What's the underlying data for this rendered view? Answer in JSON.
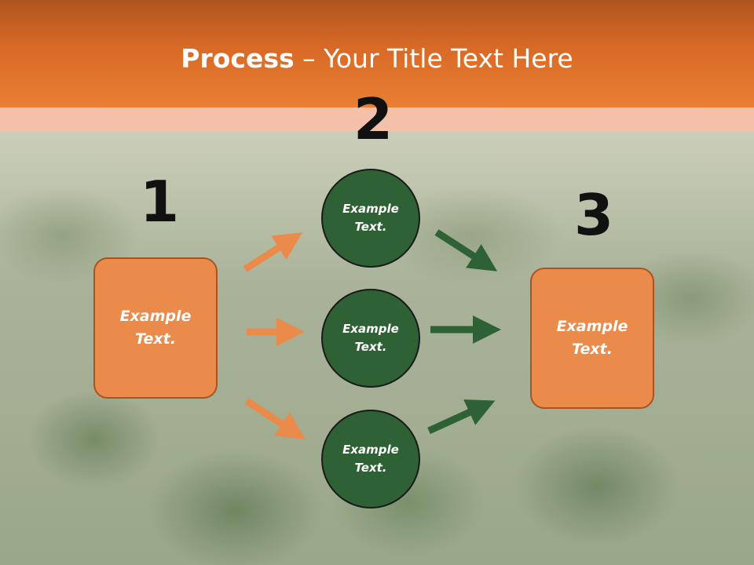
{
  "slide": {
    "title_bold": "Process",
    "title_rest": " – Your Title Text Here"
  },
  "steps": {
    "step1": {
      "number": "1",
      "line1": "Example",
      "line2": "Text."
    },
    "step2": {
      "number": "2",
      "circles": [
        {
          "line1": "Example",
          "line2": "Text."
        },
        {
          "line1": "Example",
          "line2": "Text."
        },
        {
          "line1": "Example",
          "line2": "Text."
        }
      ]
    },
    "step3": {
      "number": "3",
      "line1": "Example",
      "line2": "Text."
    }
  },
  "colors": {
    "header_orange": "#e87f33",
    "box_orange": "#ea8a4b",
    "circle_green": "#2e6133",
    "arrow_orange": "#ea8a4b",
    "arrow_green": "#2e6133"
  }
}
